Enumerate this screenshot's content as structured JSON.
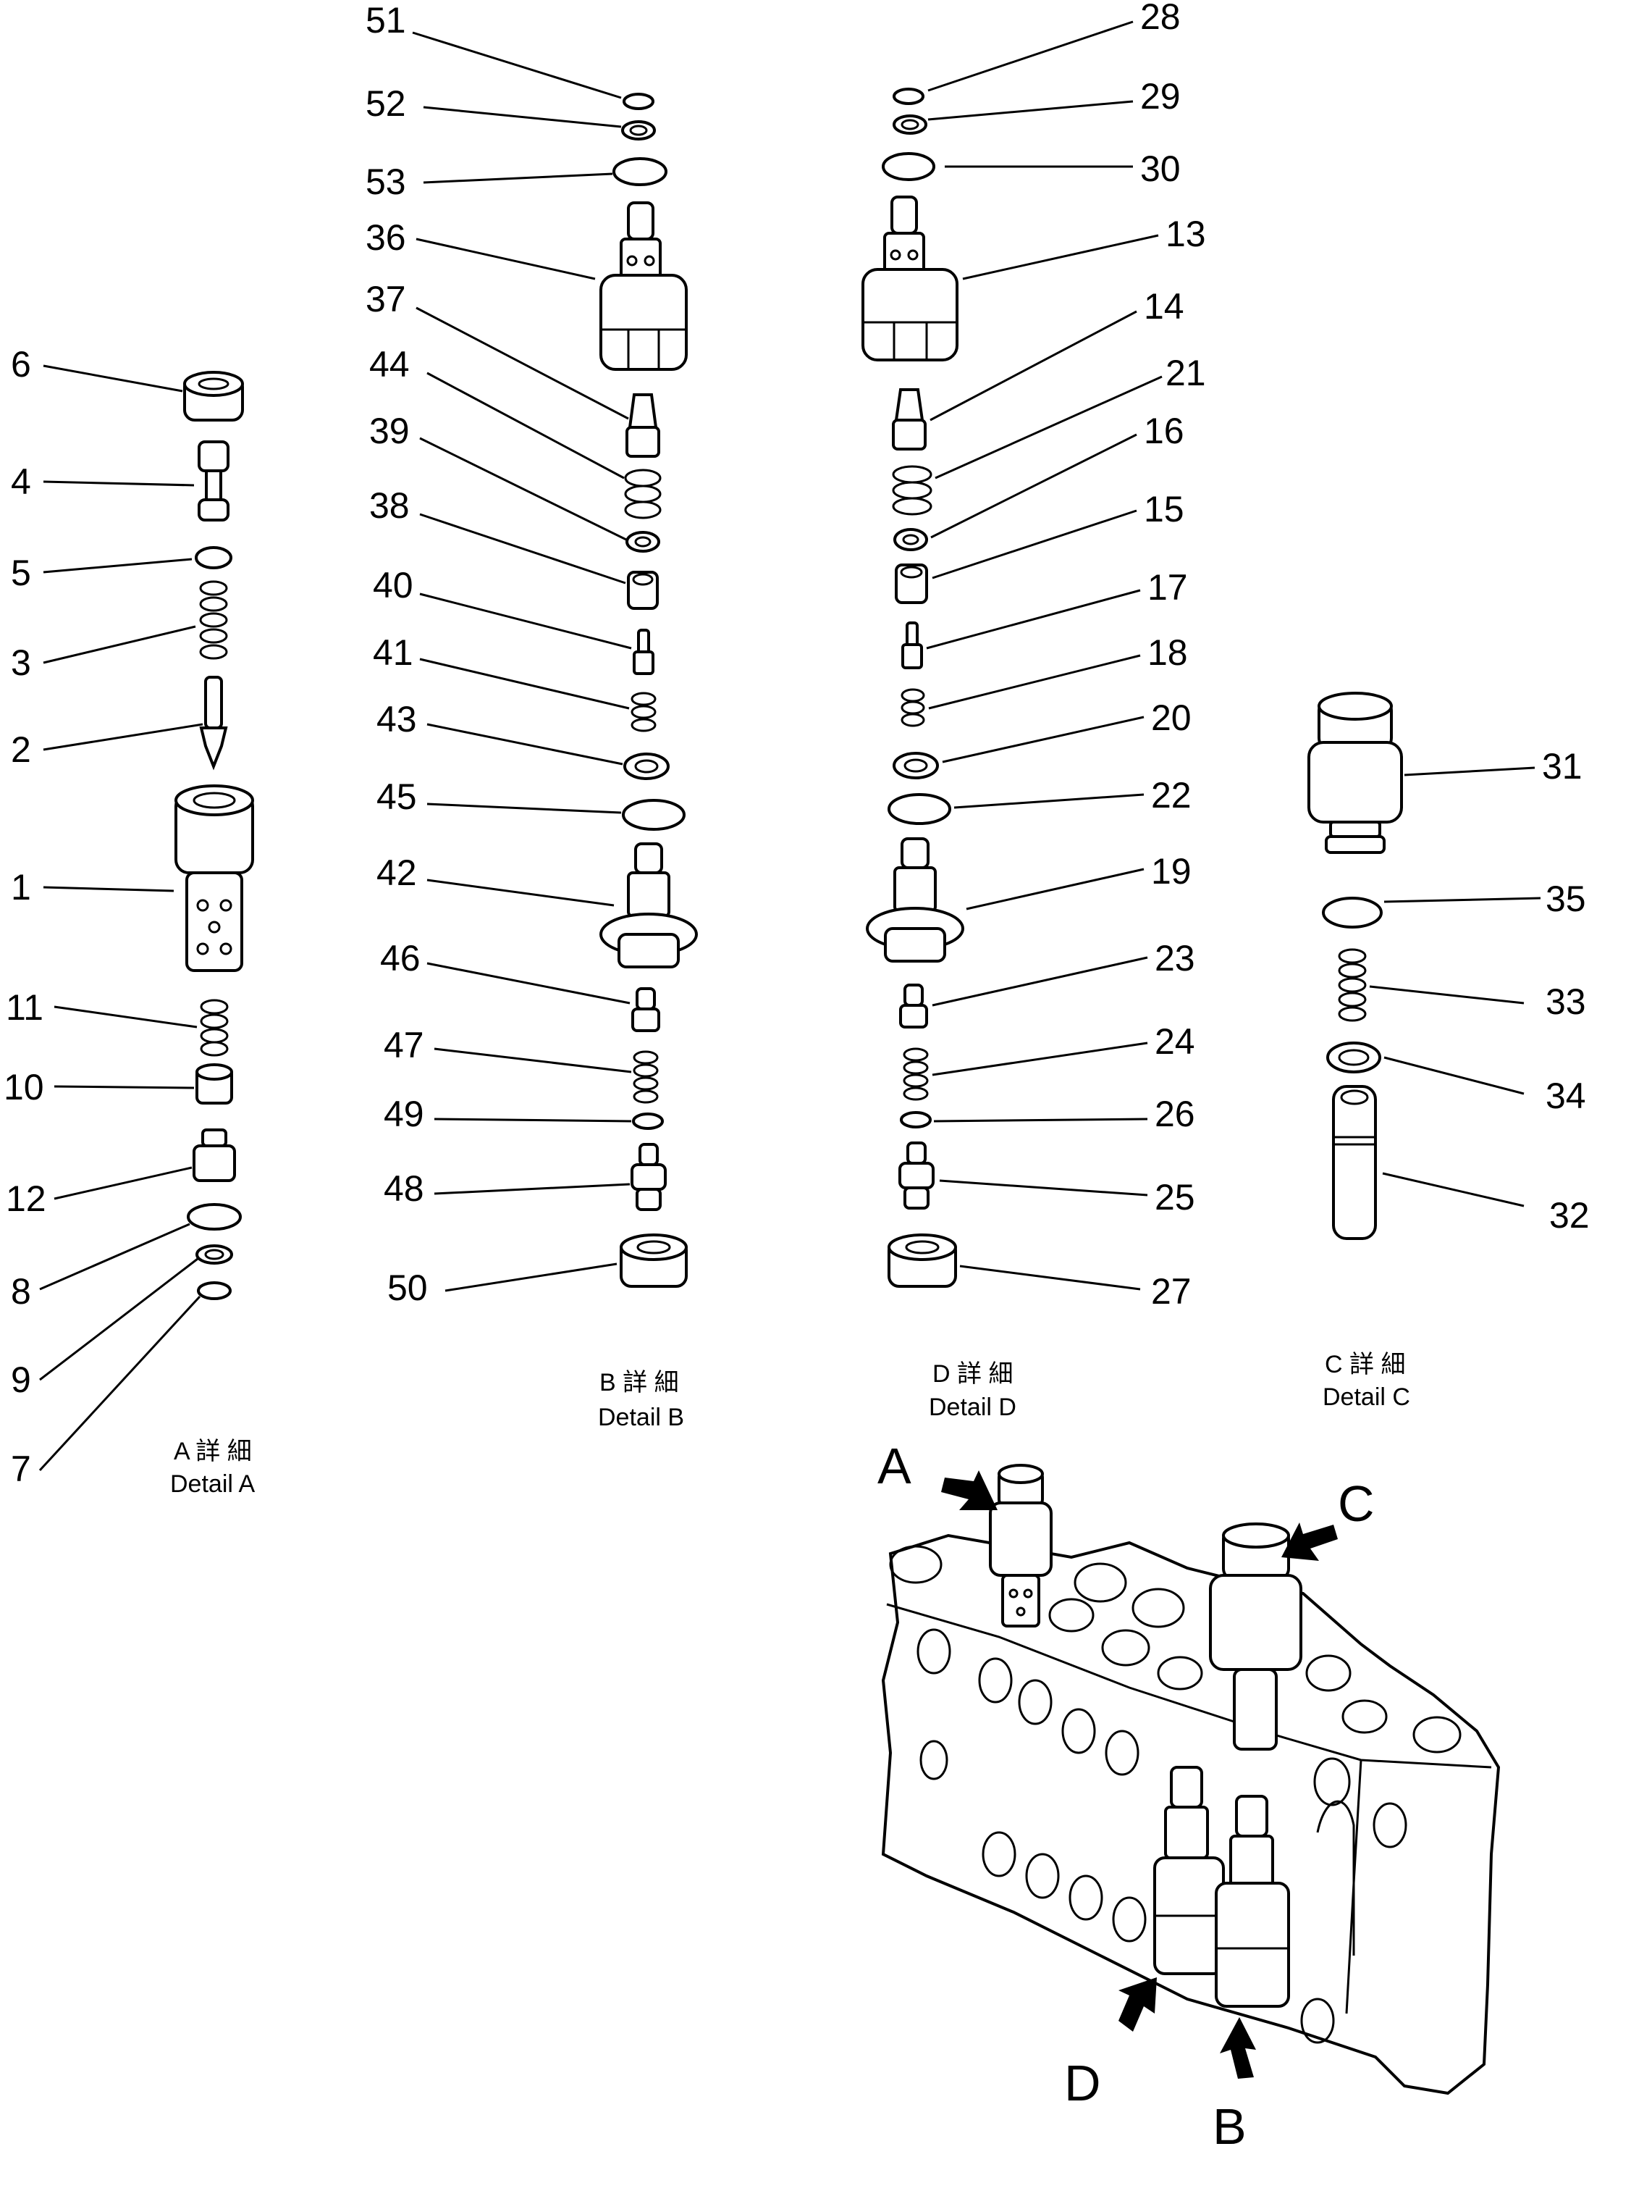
{
  "detail_a": {
    "caption_jp": "A 詳 細",
    "caption_en": "Detail A",
    "callouts": [
      "6",
      "4",
      "5",
      "3",
      "2",
      "1",
      "11",
      "10",
      "12",
      "8",
      "9",
      "7"
    ]
  },
  "detail_b": {
    "caption_jp": "B 詳 細",
    "caption_en": "Detail B",
    "callouts": [
      "51",
      "52",
      "53",
      "36",
      "37",
      "44",
      "39",
      "38",
      "40",
      "41",
      "43",
      "45",
      "42",
      "46",
      "47",
      "49",
      "48",
      "50"
    ]
  },
  "detail_d": {
    "caption_jp": "D 詳 細",
    "caption_en": "Detail D",
    "callouts": [
      "28",
      "29",
      "30",
      "13",
      "14",
      "21",
      "16",
      "15",
      "17",
      "18",
      "20",
      "22",
      "19",
      "23",
      "24",
      "26",
      "25",
      "27"
    ]
  },
  "detail_c": {
    "caption_jp": "C 詳 細",
    "caption_en": "Detail C",
    "callouts": [
      "31",
      "35",
      "33",
      "34",
      "32"
    ]
  },
  "assembly": {
    "pointers": [
      "A",
      "C",
      "D",
      "B"
    ]
  }
}
